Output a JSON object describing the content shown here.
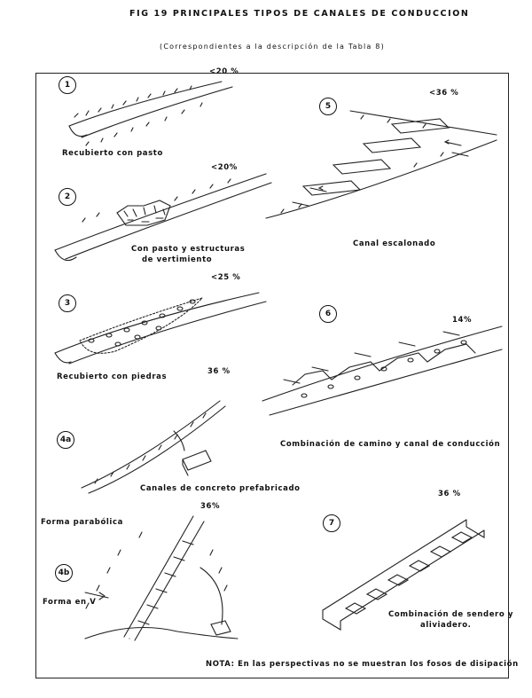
{
  "title": "FIG 19   PRINCIPALES TIPOS DE CANALES DE CONDUCCION",
  "subtitle": "(Correspondientes a la descripción de la Tabla 8)",
  "panels": {
    "p1": {
      "number": "1",
      "slope": "<20 %",
      "caption": "Recubierto con pasto"
    },
    "p2": {
      "number": "2",
      "slope": "<20%",
      "caption_line1": "Con pasto y estructuras",
      "caption_line2": "de vertimiento"
    },
    "p3": {
      "number": "3",
      "slope": "<25 %",
      "caption": "Recubierto con piedras"
    },
    "p4a": {
      "number": "4a",
      "slope": "36 %",
      "caption": "Canales de concreto prefabricado",
      "side_label": "Forma parabólica"
    },
    "p4b": {
      "number": "4b",
      "slope": "36%",
      "side_label": "Forma en V"
    },
    "p5": {
      "number": "5",
      "slope": "<36 %",
      "caption": "Canal escalonado"
    },
    "p6": {
      "number": "6",
      "slope": "14%",
      "caption": "Combinación de camino y canal de conducción"
    },
    "p7": {
      "number": "7",
      "slope": "36 %",
      "caption_line1": "Combinación de sendero y",
      "caption_line2": "aliviadero."
    }
  },
  "note": "NOTA: En las perspectivas no se muestran los fosos de disipación"
}
